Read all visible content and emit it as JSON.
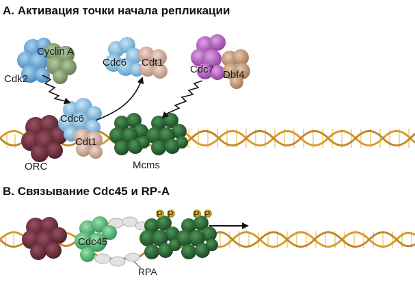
{
  "panel_a": {
    "title": "A. Активация точки начала репликации",
    "labels": {
      "cdk2": "Cdk2",
      "cyclin_a": "Cyclin A",
      "cdc6_top": "Cdc6",
      "cdt1_top": "Cdt1",
      "cdc7": "Cdc7",
      "dbf4": "Dbf4",
      "cdc6_dna": "Cdc6",
      "cdt1_dna": "Cdt1",
      "orc": "ORC",
      "mcms": "Mcms"
    }
  },
  "panel_b": {
    "title": "B. Связывание Cdc45 и RP-A",
    "labels": {
      "cdc45": "Cdc45",
      "rpa": "RPA",
      "p": "P"
    }
  },
  "colors": {
    "dna_strand": "#d89a2a",
    "dna_rung": "#f0cc70",
    "orc": "#6e2e3a",
    "mcm": "#2e6a38",
    "cdc6": "#8cc4e4",
    "cdt1": "#dcb4a4",
    "cdk2": "#6aaad8",
    "cyclin": "#8ea878",
    "cdc7": "#b862c0",
    "dbf4": "#c89e80",
    "cdc45": "#56c27a",
    "rpa": "#e2e2e2",
    "phosphate": "#c8a828"
  }
}
